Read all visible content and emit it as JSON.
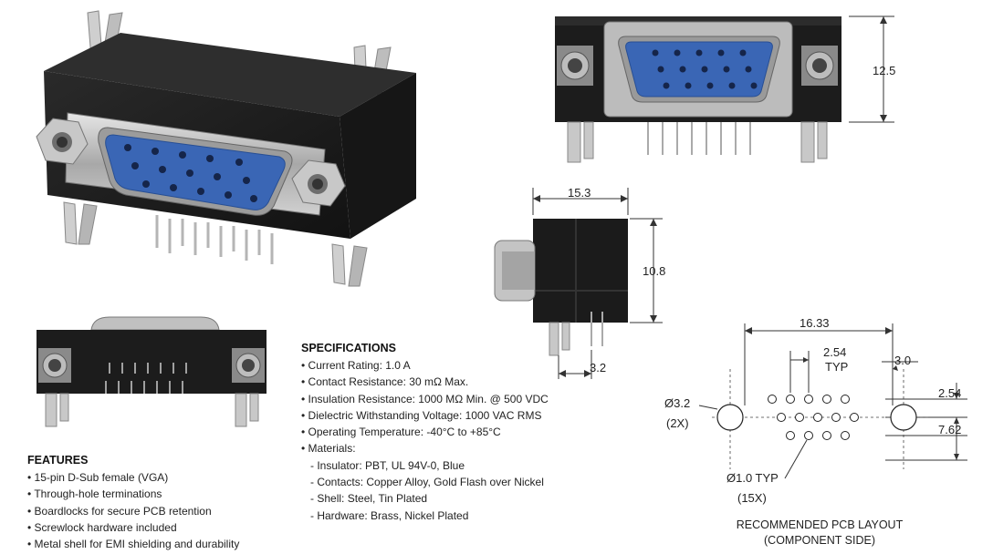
{
  "dimensions": {
    "front_height": "12.5",
    "side_depth": "15.3",
    "side_height": "10.8",
    "pin_offset": "3.2",
    "pcb_width": "16.33",
    "pin_pitch": "2.54",
    "pin_pitch_note": "TYP",
    "edge_offset": "3.0",
    "row_pitch": "2.54",
    "mount_spacing": "7.62",
    "mount_hole_diameter": "Ø3.2",
    "mount_hole_count": "(2X)",
    "pin_hole_diameter": "Ø1.0 TYP",
    "pin_hole_count": "(15X)"
  },
  "pcb_layout": {
    "title": "RECOMMENDED PCB LAYOUT",
    "subtitle": "(COMPONENT SIDE)"
  },
  "specifications": {
    "heading": "SPECIFICATIONS",
    "items": [
      "Current Rating: 1.0 A",
      "Contact Resistance: 30 mΩ Max.",
      "Insulation Resistance: 1000 MΩ Min. @ 500 VDC",
      "Dielectric Withstanding Voltage: 1000 VAC RMS",
      "Operating Temperature: -40°C to +85°C",
      "Materials:"
    ],
    "materials": [
      "Insulator: PBT, UL 94V-0, Blue",
      "Contacts: Copper Alloy, Gold Flash over Nickel",
      "Shell: Steel, Tin Plated",
      "Hardware: Brass, Nickel Plated"
    ]
  },
  "features": {
    "heading": "FEATURES",
    "items": [
      "15-pin D-Sub female (VGA)",
      "Through-hole terminations",
      "Boardlocks for secure PCB retention",
      "Screwlock hardware included",
      "Metal shell for EMI shielding and durability"
    ]
  },
  "colors": {
    "housing": "#1c1c1c",
    "shell": "#b8b8b8",
    "insulator": "#3a66b5",
    "pin": "#c9c9c9"
  }
}
